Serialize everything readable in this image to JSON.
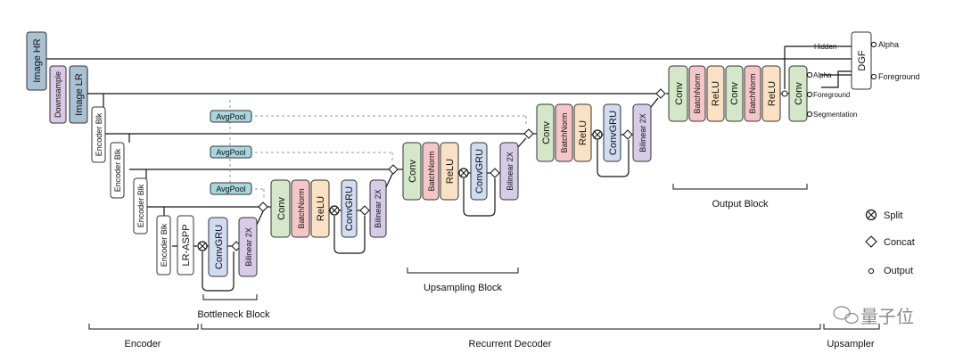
{
  "blocks": {
    "image_hr": "Image HR",
    "downsample": "Downsample",
    "image_lr": "Image LR",
    "encoder_blk": "Encoder Blk",
    "lr_aspp": "LR-ASPP",
    "avgpool": "AvgPool",
    "conv": "Conv",
    "batchnorm": "BatchNorm",
    "relu": "ReLU",
    "convgru": "ConvGRU",
    "bilinear": "Bilinear 2X",
    "dgf": "DGF"
  },
  "labels": {
    "hidden": "Hidden",
    "alpha": "Alpha",
    "foreground": "Foreground",
    "segmentation": "Segmentation",
    "out_alpha": "Alpha",
    "out_foreground": "Foreground"
  },
  "groups": {
    "bottleneck": "Bottleneck Block",
    "upsampling": "Upsampling Block",
    "output": "Output Block",
    "encoder": "Encoder",
    "recurrent_decoder": "Recurrent Decoder",
    "upsampler": "Upsampler"
  },
  "legend": {
    "split": "Split",
    "concat": "Concat",
    "output": "Output"
  },
  "watermark": "量子位",
  "colors": {
    "image": "#a9c1d3",
    "downsample": "#d9c9e6",
    "avgpool": "#a6d8dd",
    "conv": "#d4e8c9",
    "batchnorm": "#f4c6c7",
    "relu": "#fbe1c3",
    "convgru": "#cfdcf2",
    "bilinear": "#d6cce8"
  }
}
